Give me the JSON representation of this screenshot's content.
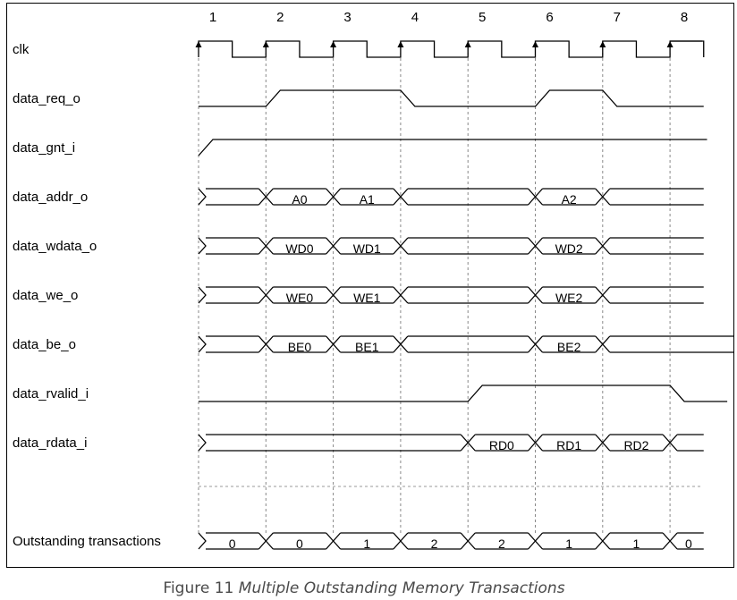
{
  "caption": {
    "number": "Figure 11",
    "title": "Multiple Outstanding Memory Transactions"
  },
  "cycles": [
    "1",
    "2",
    "3",
    "4",
    "5",
    "6",
    "7",
    "8"
  ],
  "signals": [
    {
      "name": "clk",
      "type": "clock"
    },
    {
      "name": "data_req_o",
      "type": "bit",
      "pulses": [
        [
          1,
          3
        ],
        [
          5,
          6
        ]
      ]
    },
    {
      "name": "data_gnt_i",
      "type": "bit",
      "pulses": [
        [
          0,
          7.55
        ]
      ],
      "rise_style": "slope"
    },
    {
      "name": "data_addr_o",
      "type": "bus",
      "segments": [
        {
          "from": 0,
          "to": 1,
          "label": ""
        },
        {
          "from": 1,
          "to": 2,
          "label": "A0"
        },
        {
          "from": 2,
          "to": 3,
          "label": "A1"
        },
        {
          "from": 3,
          "to": 5,
          "label": ""
        },
        {
          "from": 5,
          "to": 6,
          "label": "A2"
        },
        {
          "from": 6,
          "to": 7.5,
          "label": ""
        }
      ]
    },
    {
      "name": "data_wdata_o",
      "type": "bus",
      "segments": [
        {
          "from": 0,
          "to": 1,
          "label": ""
        },
        {
          "from": 1,
          "to": 2,
          "label": "WD0"
        },
        {
          "from": 2,
          "to": 3,
          "label": "WD1"
        },
        {
          "from": 3,
          "to": 5,
          "label": ""
        },
        {
          "from": 5,
          "to": 6,
          "label": "WD2"
        },
        {
          "from": 6,
          "to": 7.5,
          "label": ""
        }
      ]
    },
    {
      "name": "data_we_o",
      "type": "bus",
      "segments": [
        {
          "from": 0,
          "to": 1,
          "label": ""
        },
        {
          "from": 1,
          "to": 2,
          "label": "WE0"
        },
        {
          "from": 2,
          "to": 3,
          "label": "WE1"
        },
        {
          "from": 3,
          "to": 5,
          "label": ""
        },
        {
          "from": 5,
          "to": 6,
          "label": "WE2"
        },
        {
          "from": 6,
          "to": 7.5,
          "label": ""
        }
      ]
    },
    {
      "name": "data_be_o",
      "type": "bus",
      "segments": [
        {
          "from": 0,
          "to": 1,
          "label": ""
        },
        {
          "from": 1,
          "to": 2,
          "label": "BE0"
        },
        {
          "from": 2,
          "to": 3,
          "label": "BE1"
        },
        {
          "from": 3,
          "to": 5,
          "label": ""
        },
        {
          "from": 5,
          "to": 6,
          "label": "BE2"
        },
        {
          "from": 6,
          "to": 7.95,
          "label": ""
        }
      ]
    },
    {
      "name": "data_rvalid_i",
      "type": "bit",
      "pulses": [
        [
          4,
          7
        ]
      ],
      "tail": 7.85
    },
    {
      "name": "data_rdata_i",
      "type": "bus",
      "segments": [
        {
          "from": 0,
          "to": 4,
          "label": ""
        },
        {
          "from": 4,
          "to": 5,
          "label": "RD0"
        },
        {
          "from": 5,
          "to": 6,
          "label": "RD1"
        },
        {
          "from": 6,
          "to": 7,
          "label": "RD2"
        },
        {
          "from": 7,
          "to": 7.5,
          "label": ""
        }
      ]
    },
    {
      "name": "",
      "type": "separator"
    },
    {
      "name": "Outstanding transactions",
      "type": "bus",
      "segments": [
        {
          "from": 0,
          "to": 1,
          "label": "0"
        },
        {
          "from": 1,
          "to": 2,
          "label": "0"
        },
        {
          "from": 2,
          "to": 3,
          "label": "1"
        },
        {
          "from": 3,
          "to": 4,
          "label": "2"
        },
        {
          "from": 4,
          "to": 5,
          "label": "2"
        },
        {
          "from": 5,
          "to": 6,
          "label": "1"
        },
        {
          "from": 6,
          "to": 7,
          "label": "1"
        },
        {
          "from": 7,
          "to": 7.5,
          "label": "0"
        }
      ]
    }
  ]
}
